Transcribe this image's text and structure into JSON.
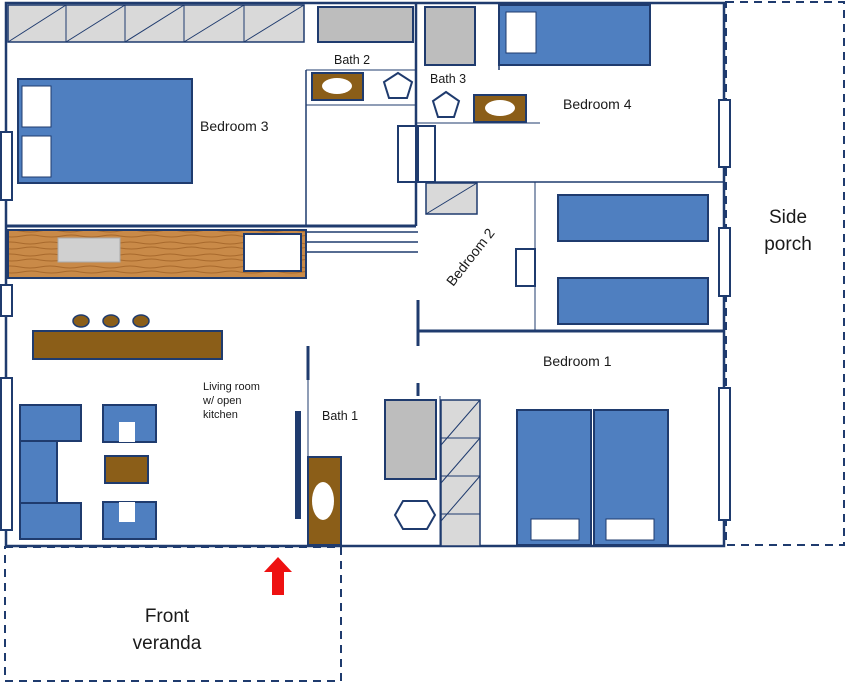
{
  "rooms": {
    "bedroom3": "Bedroom 3",
    "bath2": "Bath 2",
    "bath3": "Bath 3",
    "bedroom4": "Bedroom 4",
    "bedroom2": "Bedroom 2",
    "bedroom1": "Bedroom 1",
    "bath1": "Bath 1"
  },
  "living": {
    "line1": "Living room",
    "line2": "w/ open",
    "line3": "kitchen"
  },
  "side_porch": {
    "line1": "Side",
    "line2": "porch"
  },
  "front_veranda": {
    "line1": "Front",
    "line2": "veranda"
  },
  "colors": {
    "wall": "#1f3b6e",
    "bed": "#4f7fc0",
    "bed_edge": "#1f3b6e",
    "sink": "#8b5e18",
    "counter": "#8b5e18",
    "fixture_gray": "#bdbdbd",
    "wood": "#c98a48",
    "entry_arrow": "#ee1111"
  },
  "icons": {
    "entry": "red-up-arrow-icon",
    "toilet": "pentagon-toilet-icon",
    "shower": "hexagon-shower-icon"
  }
}
